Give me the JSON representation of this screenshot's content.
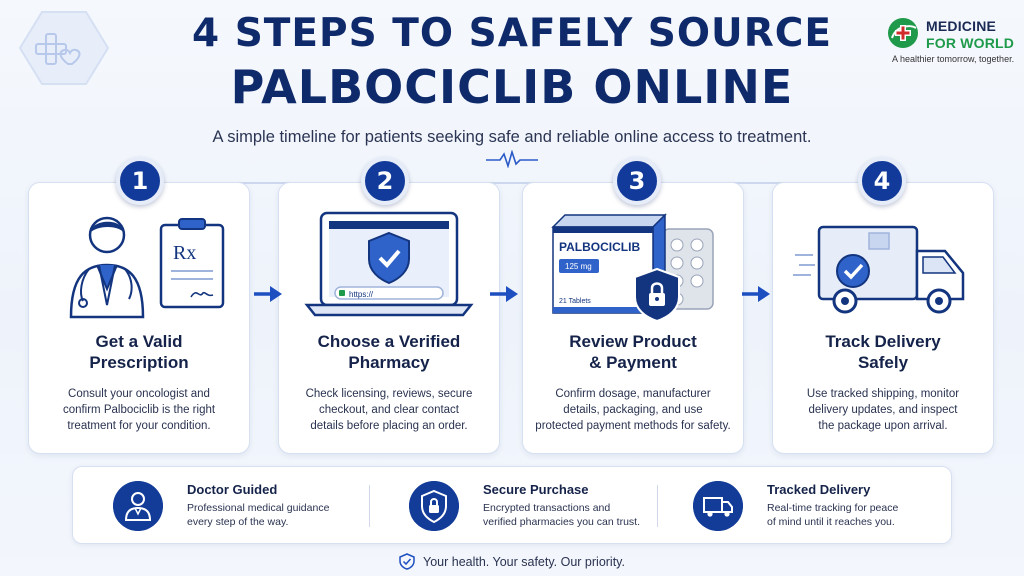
{
  "header": {
    "title_line1": "4 STEPS TO SAFELY SOURCE",
    "title_line2": "PALBOCICLIB ONLINE",
    "subtitle": "A simple timeline for patients seeking safe and reliable online access to treatment."
  },
  "brand": {
    "name_line1": "MEDICINE",
    "name_line2": "FOR WORLD",
    "tagline": "A healthier tomorrow, together."
  },
  "steps": [
    {
      "number": "1",
      "title_line1": "Get a Valid",
      "title_line2": "Prescription",
      "desc_line1": "Consult your oncologist and",
      "desc_line2": "confirm Palbociclib is the right",
      "desc_line3": "treatment for your condition.",
      "icon": "doctor-prescription-icon",
      "rx_label": "Rx"
    },
    {
      "number": "2",
      "title_line1": "Choose a Verified",
      "title_line2": "Pharmacy",
      "desc_line1": "Check licensing, reviews, secure",
      "desc_line2": "checkout, and clear contact",
      "desc_line3": "details before placing an order.",
      "icon": "laptop-shield-icon",
      "url_text": "https://"
    },
    {
      "number": "3",
      "title_line1": "Review Product",
      "title_line2": "& Payment",
      "desc_line1": "Confirm dosage, manufacturer",
      "desc_line2": "details, packaging, and use",
      "desc_line3": "protected payment methods for safety.",
      "icon": "medicine-box-lock-icon",
      "box_name": "PALBOCICLIB",
      "box_dose": "125 mg",
      "box_count": "21 Tablets"
    },
    {
      "number": "4",
      "title_line1": "Track Delivery",
      "title_line2": "Safely",
      "desc_line1": "Use tracked shipping, monitor",
      "desc_line2": "delivery updates, and inspect",
      "desc_line3": "the package upon arrival.",
      "icon": "delivery-truck-icon"
    }
  ],
  "features": [
    {
      "title": "Doctor Guided",
      "desc_line1": "Professional medical guidance",
      "desc_line2": "every step of the way.",
      "icon": "doctor-icon"
    },
    {
      "title": "Secure Purchase",
      "desc_line1": "Encrypted transactions and",
      "desc_line2": "verified pharmacies you can trust.",
      "icon": "lock-shield-icon"
    },
    {
      "title": "Tracked Delivery",
      "desc_line1": "Real-time tracking for peace",
      "desc_line2": "of mind until it reaches you.",
      "icon": "truck-icon"
    }
  ],
  "footer": {
    "text": "Your health. Your safety. Our priority."
  },
  "colors": {
    "navy": "#0f2a6b",
    "primary_blue": "#123a9a",
    "accent_green": "#1e9a4a",
    "background": "#f5f8fd"
  }
}
